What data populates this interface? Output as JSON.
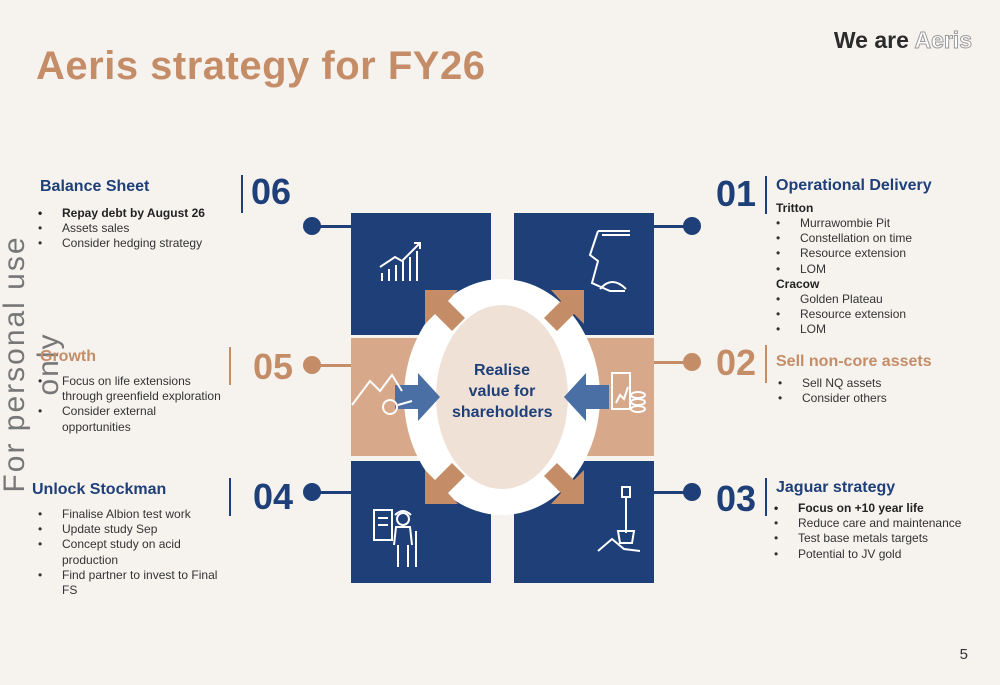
{
  "title": "Aeris strategy for FY26",
  "brand": {
    "prefix": "We are",
    "name": "Aeris"
  },
  "watermark": "For personal use only",
  "page_number": "5",
  "center": {
    "text": "Realise value for shareholders"
  },
  "numbers": {
    "n01": "01",
    "n02": "02",
    "n03": "03",
    "n04": "04",
    "n05": "05",
    "n06": "06"
  },
  "sections": {
    "operational": {
      "heading": "Operational Delivery",
      "tritton_label": "Tritton",
      "tritton": [
        "Murrawombie Pit",
        "Constellation on time",
        "Resource extension",
        "LOM"
      ],
      "cracow_label": "Cracow",
      "cracow": [
        "Golden Plateau",
        "Resource extension",
        "LOM"
      ]
    },
    "noncore": {
      "heading": "Sell non-core assets",
      "items": [
        "Sell NQ assets",
        "Consider others"
      ]
    },
    "jaguar": {
      "heading": "Jaguar strategy",
      "items": [
        "Focus on +10 year life",
        "Reduce care and maintenance",
        "Test base metals targets",
        "Potential to JV gold"
      ]
    },
    "stockman": {
      "heading": "Unlock Stockman",
      "items": [
        "Finalise Albion test work",
        "Update study Sep",
        "Concept study on acid production",
        "Find partner to invest to Final FS"
      ]
    },
    "growth": {
      "heading": "Growth",
      "items": [
        "Focus on life extensions through greenfield exploration",
        "Consider external opportunities"
      ]
    },
    "balance": {
      "heading": "Balance Sheet",
      "items": [
        "Repay debt by August 26",
        "Assets sales",
        "Consider hedging strategy"
      ]
    }
  },
  "colors": {
    "navy": "#1e3f78",
    "tan": "#c48d68",
    "tile_tan": "#d7a88a",
    "background": "#f6f3ef"
  },
  "icons": [
    "growth-chart-icon",
    "excavator-icon",
    "mountain-copper-icon",
    "assets-coins-icon",
    "worker-icon",
    "shovel-icon"
  ]
}
